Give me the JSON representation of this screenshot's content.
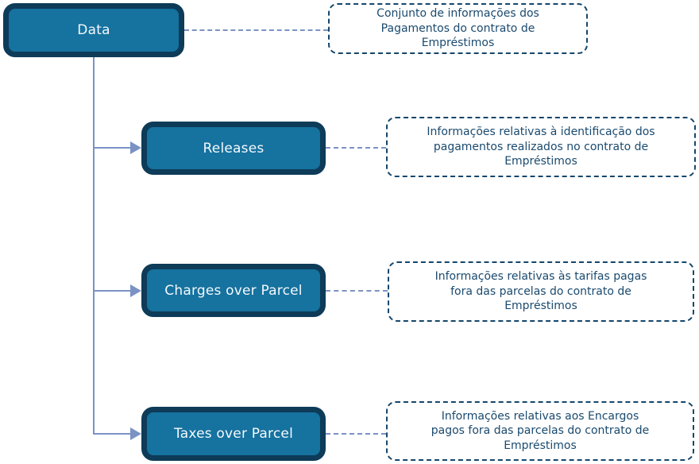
{
  "diagram": {
    "title_hint": "Loan contract payments data hierarchy",
    "root": {
      "label": "Data",
      "note": "Conjunto de informações dos\nPagamentos do contrato de\nEmpréstimos"
    },
    "children": [
      {
        "label": "Releases",
        "note": "Informações relativas à identificação dos\npagamentos realizados no contrato de\nEmpréstimos"
      },
      {
        "label": "Charges over Parcel",
        "note": "Informações relativas às tarifas pagas\nfora das parcelas do contrato de\nEmpréstimos"
      },
      {
        "label": "Taxes over Parcel",
        "note": "Informações relativas aos Encargos\npagos fora das parcelas do contrato de\nEmpréstimos"
      }
    ],
    "colors": {
      "node_fill": "#16729f",
      "node_border": "#0d3b58",
      "node_text": "#f4f9fc",
      "note_border_text": "#15466b",
      "connector": "#7b92c4",
      "background": "#ffffff"
    }
  }
}
